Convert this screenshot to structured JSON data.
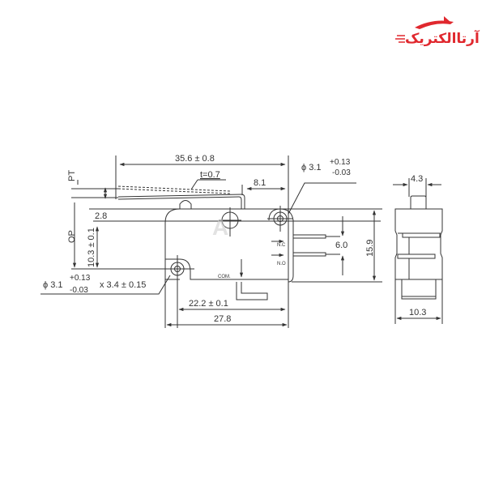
{
  "logo": {
    "text": "آرتاالکتریک",
    "color": "#e0282e"
  },
  "drawing": {
    "title": "Micro switch dimension drawing",
    "line_color": "#333333",
    "dimensions": {
      "lever_length": "35.6 ± 0.8",
      "lever_thickness": "t=0.7",
      "lever_offset": "8.1",
      "pt_label": "PT",
      "op_label": "OP",
      "step_height": "2.8",
      "op_height": "10.3 ± 0.1",
      "terminal_spacing": "6.0",
      "body_height": "15.9",
      "mount_hole_spacing": "22.2 ± 0.1",
      "body_length": "27.8",
      "side_plunger_width": "4.3",
      "side_body_width": "10.3"
    },
    "hole_top": {
      "diameter": "ϕ 3.1",
      "tol_plus": "+0.13",
      "tol_minus": "-0.03"
    },
    "hole_bottom": {
      "diameter": "ϕ 3.1",
      "tol_plus": "+0.13",
      "tol_minus": "-0.03",
      "slot": "x 3.4 ± 0.15"
    },
    "terminals": {
      "nc": "N.C",
      "no": "N.O",
      "com": "COM."
    }
  }
}
